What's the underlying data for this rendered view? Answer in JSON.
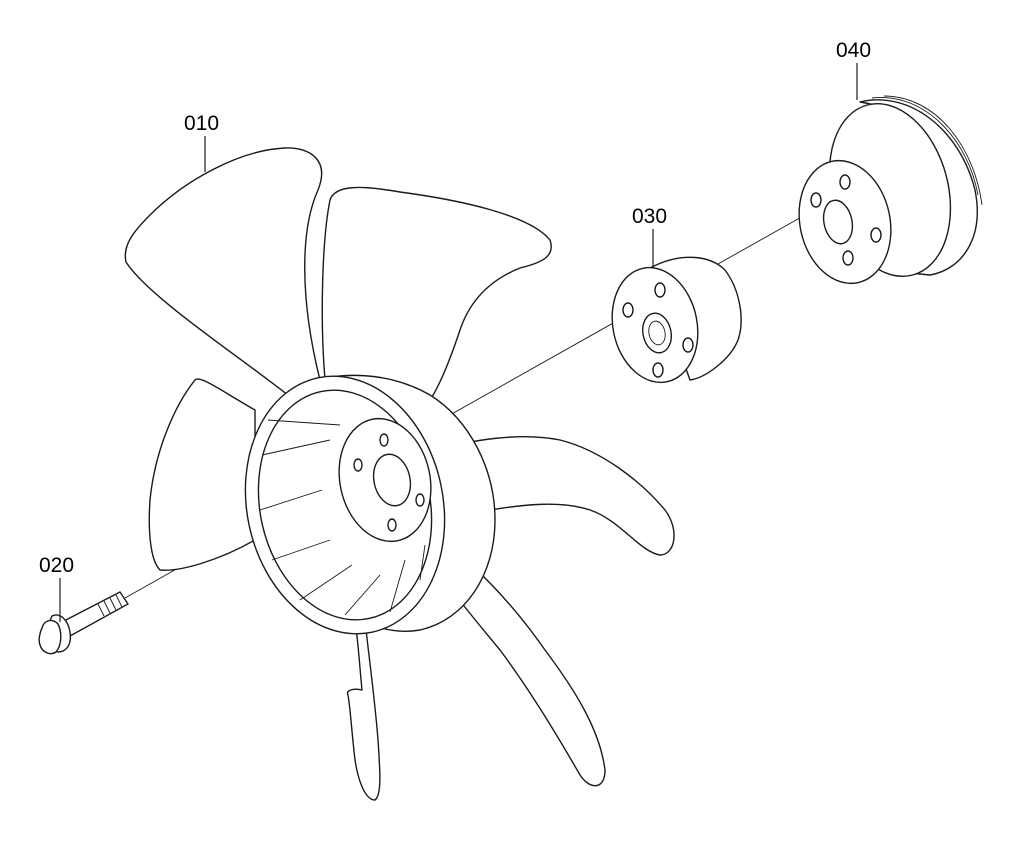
{
  "callouts": {
    "fan": "010",
    "bolt": "020",
    "spacer": "030",
    "pulley": "040"
  }
}
